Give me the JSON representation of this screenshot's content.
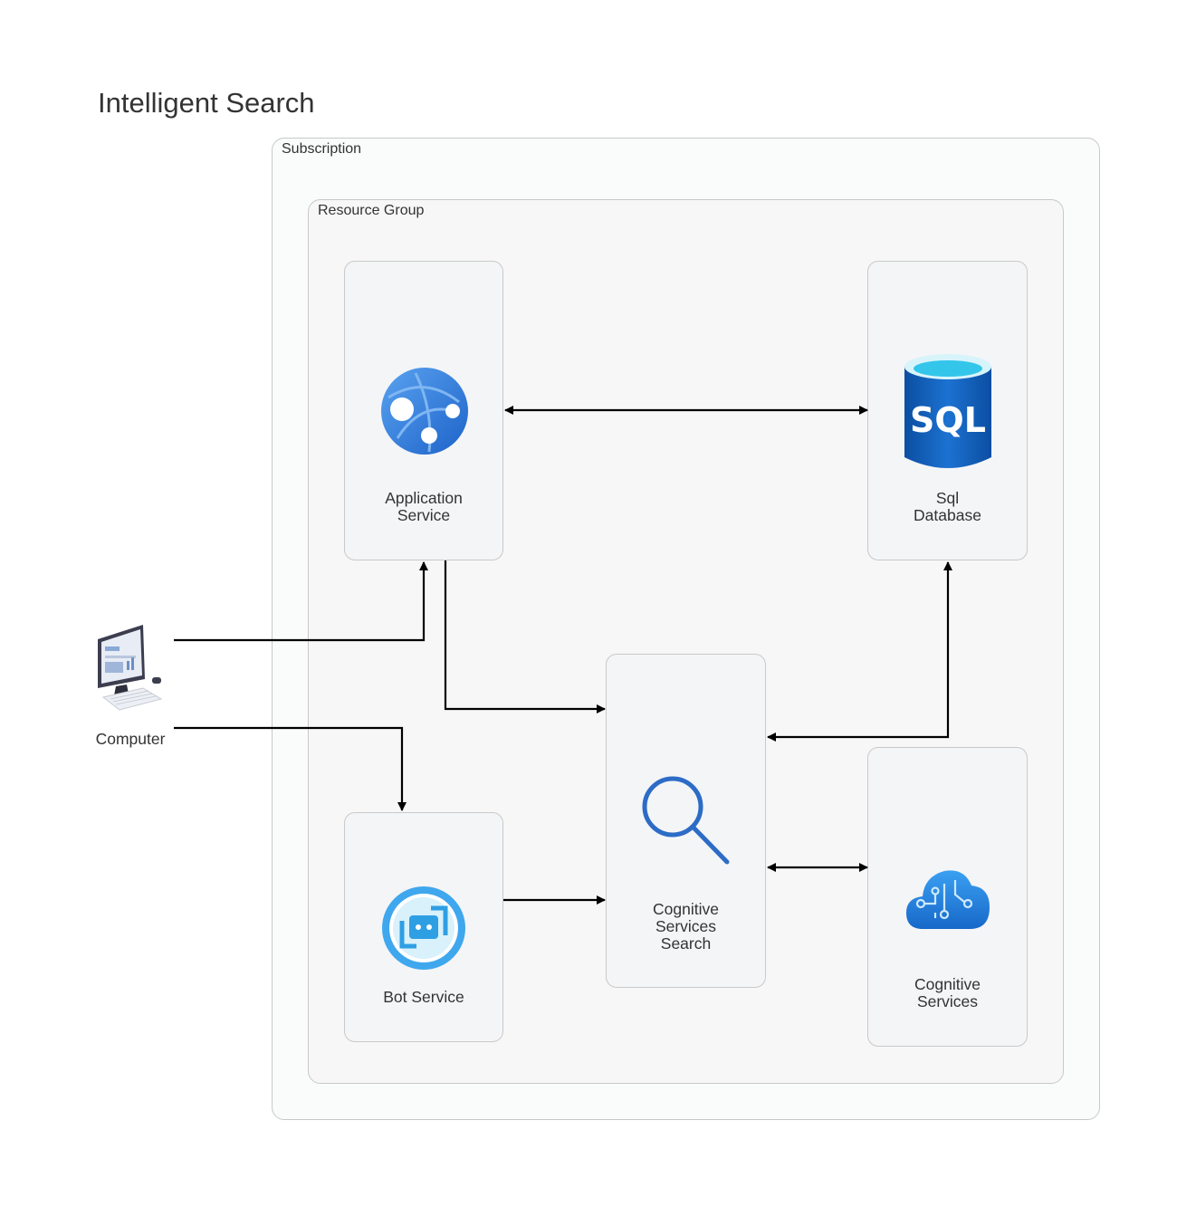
{
  "diagram": {
    "title": "Intelligent Search",
    "groups": {
      "subscription": "Subscription",
      "resource_group": "Resource Group"
    },
    "nodes": {
      "computer": "Computer",
      "app_service": "Application\nService",
      "sql_database": "Sql\nDatabase",
      "bot_service": "Bot Service",
      "cog_search": "Cognitive\nServices\nSearch",
      "cog_services": "Cognitive\nServices"
    },
    "icons": {
      "computer": "desktop-computer-icon",
      "app_service": "app-service-icon",
      "sql_database": "sql-database-icon",
      "bot_service": "bot-service-icon",
      "cog_search": "search-icon",
      "cog_services": "cognitive-services-icon"
    },
    "edges": [
      {
        "from": "app_service",
        "to": "sql_database",
        "bidirectional": true
      },
      {
        "from": "computer",
        "to": "app_service",
        "bidirectional": false
      },
      {
        "from": "computer",
        "to": "bot_service",
        "bidirectional": false
      },
      {
        "from": "app_service",
        "to": "cog_search",
        "bidirectional": false
      },
      {
        "from": "cog_search",
        "to": "sql_database",
        "bidirectional": true
      },
      {
        "from": "bot_service",
        "to": "cog_search",
        "bidirectional": false
      },
      {
        "from": "cog_search",
        "to": "cog_services",
        "bidirectional": true
      }
    ]
  }
}
